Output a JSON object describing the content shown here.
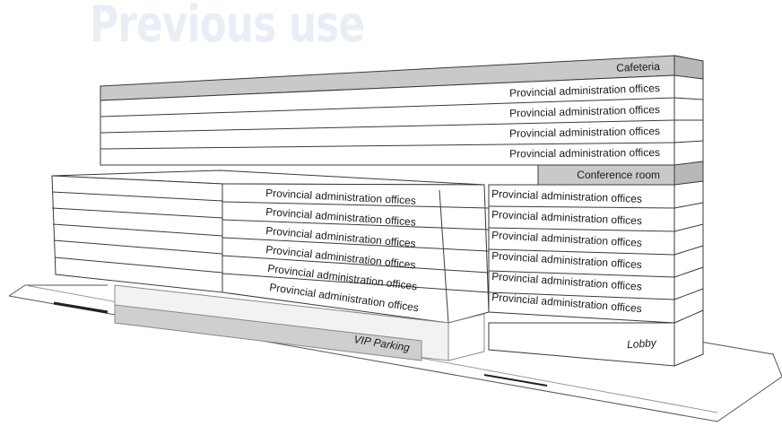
{
  "title": "Previous use",
  "back_tower": {
    "top_label": "Cafeteria",
    "upper_floors": [
      "Provincial administration offices",
      "Provincial administration offices",
      "Provincial administration offices",
      "Provincial administration offices"
    ],
    "mid_label": "Conference room",
    "lower_floors": [
      "Provincial administration offices",
      "Provincial administration offices",
      "Provincial administration offices",
      "Provincial administration offices",
      "Provincial administration offices",
      "Provincial administration offices"
    ],
    "ground_label": "Lobby"
  },
  "front_block": {
    "floors": [
      "Provincial administration offices",
      "Provincial administration offices",
      "Provincial administration offices",
      "Provincial administration offices",
      "Provincial administration offices",
      "Provincial administration offices"
    ],
    "ground_label": "VIP Parking"
  },
  "colors": {
    "highlight_fill": "#c9c9c9",
    "line": "#3a3a3a",
    "title": "#e9eef6"
  }
}
